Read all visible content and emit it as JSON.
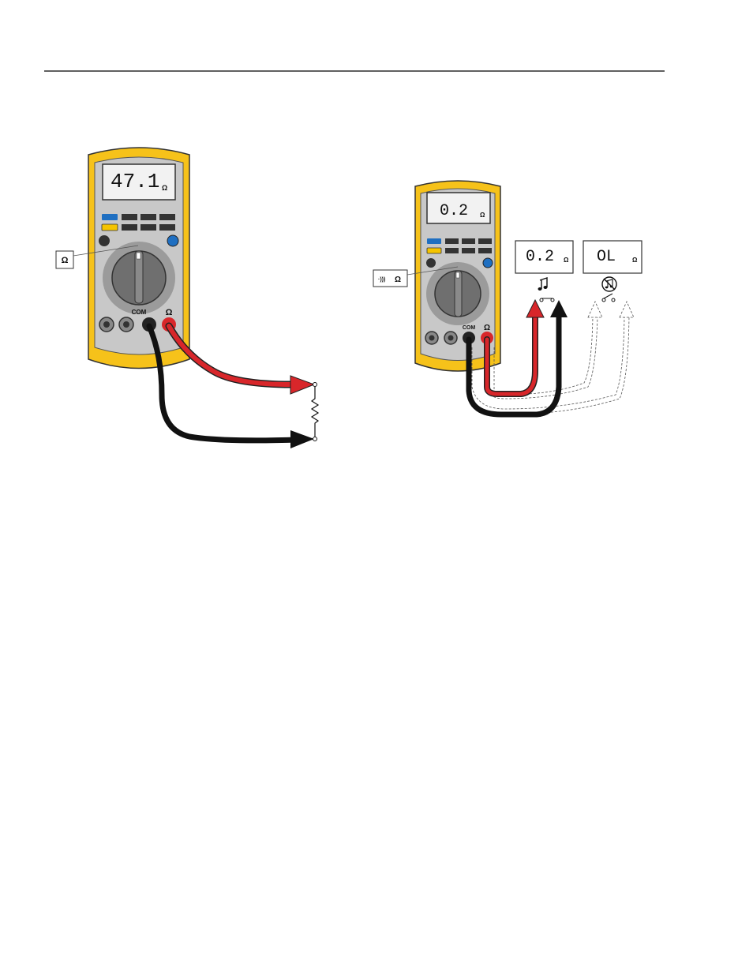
{
  "left_meter": {
    "reading": "47.1",
    "reading_unit": "Ω",
    "dial_callout": "Ω",
    "jack_com_label": "COM",
    "jack_ohm_label": "Ω"
  },
  "right_meter": {
    "reading": "0.2",
    "reading_unit": "Ω",
    "dial_callout_symbol": "·)))",
    "dial_callout_unit": "Ω",
    "jack_com_label": "COM",
    "jack_ohm_label": "Ω"
  },
  "result_closed": {
    "reading": "0.2",
    "unit": "Ω",
    "beep_icon": "music-note-icon"
  },
  "result_open": {
    "reading": "OL",
    "unit": "Ω",
    "beep_icon": "no-beep-icon"
  },
  "colors": {
    "meter_body": "#f6c21a",
    "meter_face": "#c8c8c8",
    "lead_red": "#d8262a",
    "lead_black": "#1a1a1a",
    "button_blue": "#1f6fc1",
    "button_yellow": "#f5c400",
    "lcd_bg": "#f2f2f2"
  }
}
